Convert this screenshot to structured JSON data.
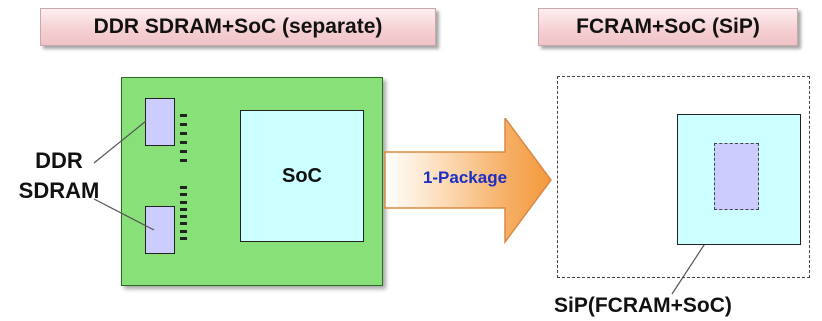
{
  "left_panel": {
    "title": "DDR SDRAM+SoC (separate)",
    "memory_label_line1": "DDR",
    "memory_label_line2": "SDRAM",
    "soc_label": "SoC"
  },
  "arrow": {
    "label": "1-Package",
    "label_color": "#1d2ec4"
  },
  "right_panel": {
    "title": "FCRAM+SoC (SiP)",
    "sip_label": "SiP(FCRAM+SoC)"
  },
  "colors": {
    "board": "#88e078",
    "memory_chip": "#ccccff",
    "soc": "#ccffff",
    "title_fill": "#f5cfd2",
    "arrow_orange": "#f39a3c"
  },
  "icons": {
    "package_arrow": "right-arrow-icon"
  }
}
